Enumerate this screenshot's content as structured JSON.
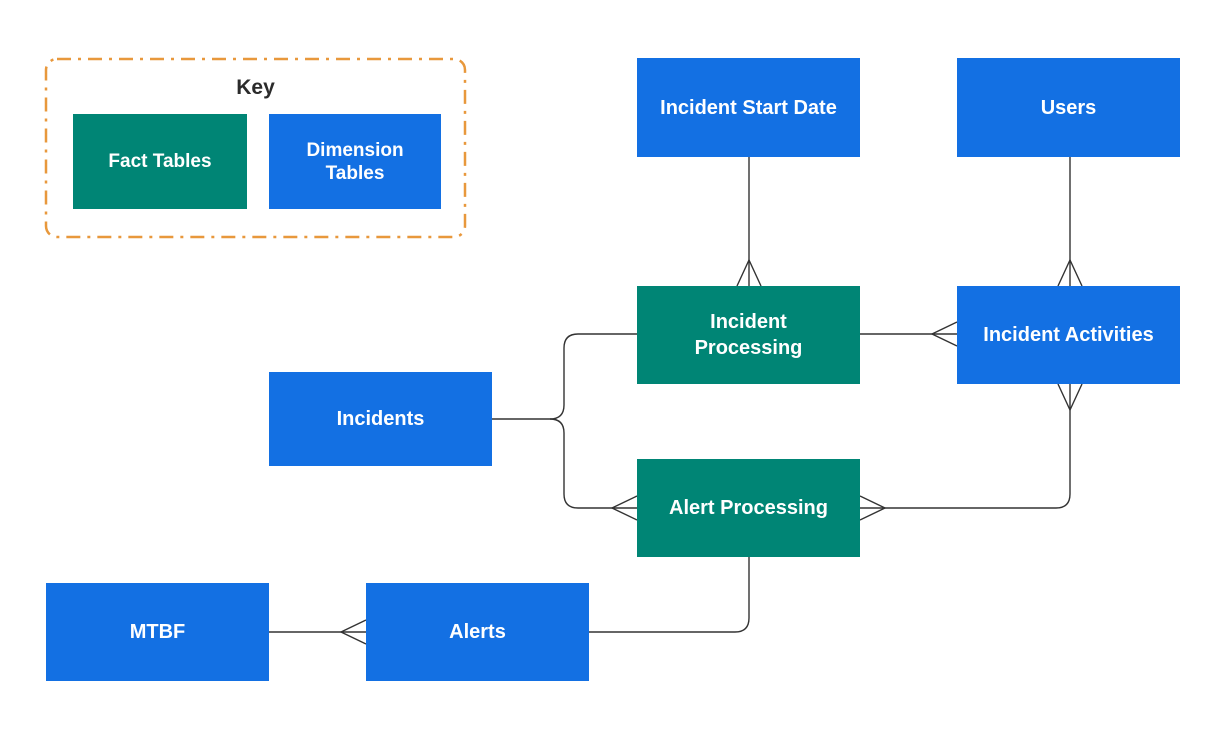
{
  "colors": {
    "dimension": "#1370e3",
    "fact": "#008575",
    "key_border": "#e8983c",
    "connector": "#333333"
  },
  "key": {
    "title": "Key",
    "fact_label": "Fact Tables",
    "dimension_label": "Dimension\n  Tables"
  },
  "nodes": {
    "incident_start_date": "Incident Start Date",
    "users": "Users",
    "incident_processing": "Incident\nProcessing",
    "incident_activities": "Incident Activities",
    "incidents": "Incidents",
    "alert_processing": "Alert Processing",
    "mtbf": "MTBF",
    "alerts": "Alerts"
  },
  "relationships": [
    {
      "from": "incident_start_date",
      "to": "incident_processing",
      "to_end": "many"
    },
    {
      "from": "users",
      "to": "incident_activities",
      "to_end": "many"
    },
    {
      "from": "incident_processing",
      "to": "incident_activities",
      "to_end": "many"
    },
    {
      "from": "incidents",
      "to": "incident_processing",
      "to_end": "one"
    },
    {
      "from": "incidents",
      "to": "alert_processing",
      "to_end": "many"
    },
    {
      "from": "alert_processing",
      "to": "incident_activities",
      "from_end": "many",
      "to_end": "many"
    },
    {
      "from": "alert_processing",
      "to": "alerts",
      "to_end": "one"
    },
    {
      "from": "alerts",
      "to": "mtbf",
      "from_end": "many",
      "to_end": "one"
    }
  ]
}
